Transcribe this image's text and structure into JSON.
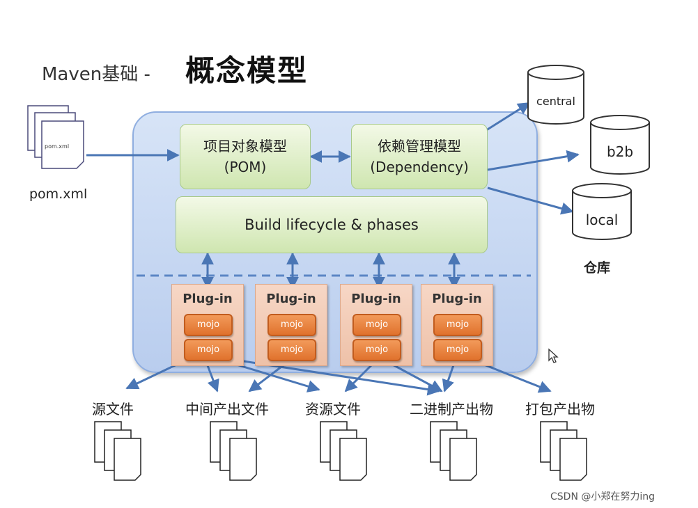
{
  "title": {
    "prefix": "Maven基础 - ",
    "main": "概念模型"
  },
  "pom": {
    "doc_label": "pom.xml",
    "caption": "pom.xml"
  },
  "boxes": {
    "pom_line1": "项目对象模型",
    "pom_line2": "(POM)",
    "dep_line1": "依赖管理模型",
    "dep_line2": "(Dependency)",
    "lifecycle": "Build lifecycle & phases"
  },
  "plugins": [
    {
      "label": "Plug-in",
      "mojos": [
        "mojo",
        "mojo"
      ]
    },
    {
      "label": "Plug-in",
      "mojos": [
        "mojo",
        "mojo"
      ]
    },
    {
      "label": "Plug-in",
      "mojos": [
        "mojo",
        "mojo"
      ]
    },
    {
      "label": "Plug-in",
      "mojos": [
        "mojo",
        "mojo"
      ]
    }
  ],
  "repos": {
    "central": "central",
    "b2b": "b2b",
    "local": "local",
    "caption": "仓库"
  },
  "outputs": [
    "源文件",
    "中间产出文件",
    "资源文件",
    "二进制产出物",
    "打包产出物"
  ],
  "watermark": "CSDN @小郑在努力ing",
  "colors": {
    "panel": "#c6d7f2",
    "green": "#d9ecc2",
    "plugin": "#f2cbb6",
    "mojo": "#e8803b",
    "arrow": "#4a76b5"
  }
}
